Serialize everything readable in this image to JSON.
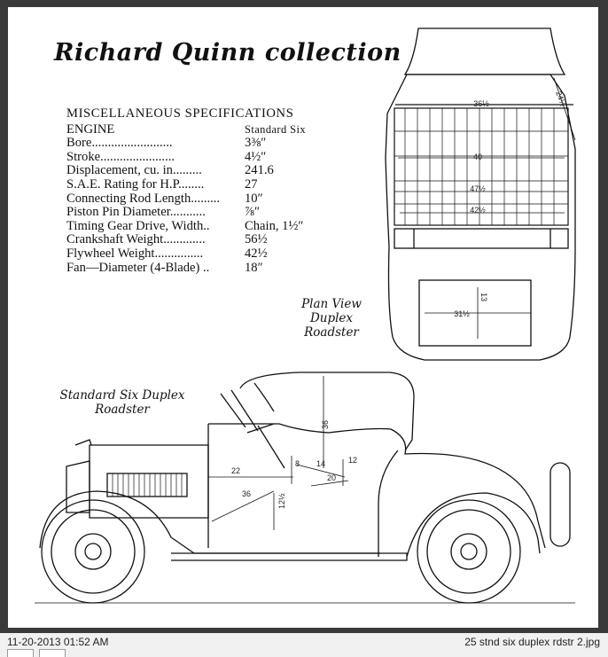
{
  "image": {
    "title": "Richard Quinn collection",
    "specs": {
      "heading": "MISCELLANEOUS SPECIFICATIONS",
      "engine_label": "ENGINE",
      "engine_value": "Standard Six",
      "rows": [
        {
          "label": "Bore.........................",
          "value": "3⅜″"
        },
        {
          "label": "Stroke.......................",
          "value": "4½″"
        },
        {
          "label": "Displacement, cu. in.........",
          "value": "241.6"
        },
        {
          "label": "S.A.E. Rating for H.P........",
          "value": "27"
        },
        {
          "label": "Connecting Rod Length.........",
          "value": "10″"
        },
        {
          "label": "Piston Pin Diameter...........",
          "value": "⅞″"
        },
        {
          "label": "Timing Gear Drive, Width..",
          "value": "Chain, 1½″"
        },
        {
          "label": "Crankshaft Weight.............",
          "value": "56½"
        },
        {
          "label": "Flywheel Weight...............",
          "value": "42½"
        },
        {
          "label": "Fan—Diameter (4-Blade) ..",
          "value": "18″"
        }
      ]
    },
    "plan_caption": {
      "line1": "Plan View",
      "line2": "Duplex",
      "line3": "Roadster"
    },
    "side_caption": {
      "line1": "Standard Six Duplex",
      "line2": "Roadster"
    },
    "plan_dims": [
      "36½",
      "24½",
      "40",
      "47½",
      "42½",
      "13",
      "31½"
    ],
    "side_dims": [
      "36",
      "22",
      "36",
      "12½",
      "8",
      "14",
      "12",
      "20"
    ]
  },
  "status_bar": {
    "date": "11-20-2013 01:52 AM",
    "filename": "25 stnd six duplex rdstr 2.jpg"
  }
}
